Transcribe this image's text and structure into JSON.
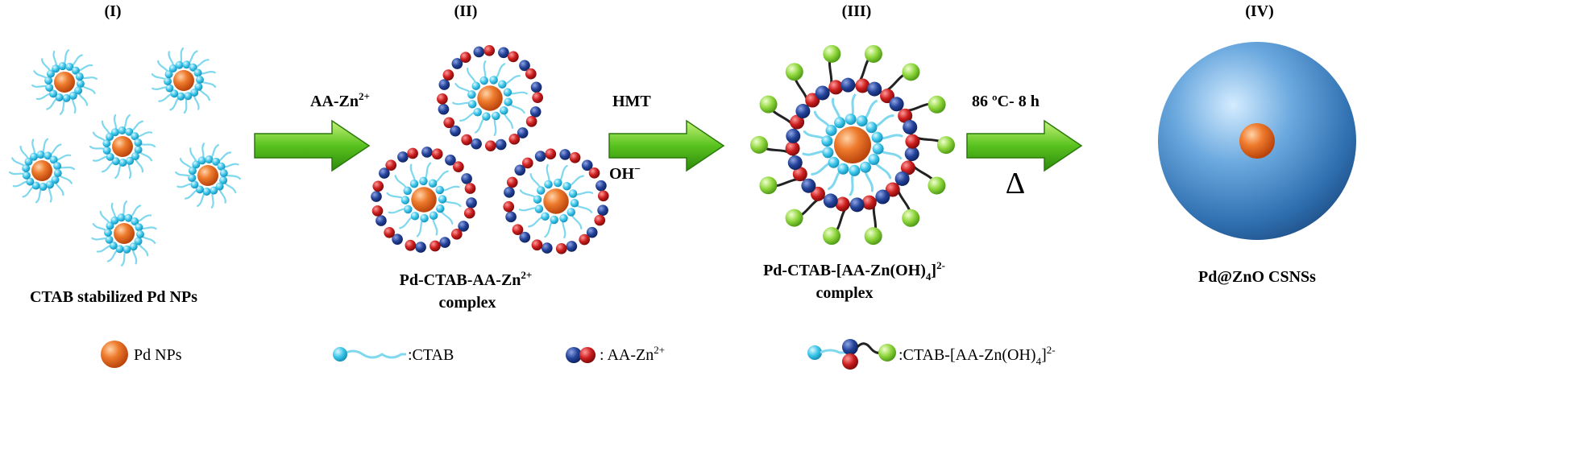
{
  "stages": [
    {
      "numeral": "(I)",
      "caption_lines": [
        "CTAB stabilized Pd NPs"
      ]
    },
    {
      "numeral": "(II)",
      "caption_main": "Pd-CTAB-AA-Zn",
      "caption_sup": "2+",
      "caption_line2": "complex"
    },
    {
      "numeral": "(III)",
      "caption_main": "Pd-CTAB-[AA-Zn(OH)",
      "caption_sub": "4",
      "caption_close": "]",
      "caption_sup": "2-",
      "caption_line2": "complex"
    },
    {
      "numeral": "(IV)",
      "caption_lines": [
        "Pd@ZnO CSNSs"
      ]
    }
  ],
  "arrows": [
    {
      "label_main": "AA-Zn",
      "label_sup": "2+"
    },
    {
      "label_top": "HMT",
      "label_bottom_main": "OH",
      "label_bottom_sup": "−"
    },
    {
      "label_top": "86 ºC- 8 h",
      "label_bottom": "Δ"
    }
  ],
  "legend": [
    {
      "label": "Pd NPs"
    },
    {
      "label": ":CTAB"
    },
    {
      "label_main": ": AA-Zn",
      "label_sup": "2+"
    },
    {
      "label_main": ":CTAB-[AA-Zn(OH)",
      "label_sub": "4",
      "label_close": "]",
      "label_sup": "2-"
    }
  ],
  "colors": {
    "pd_core": "#e8641c",
    "ctab_chain": "#7fd8ee",
    "ctab_head": "#29c0e6",
    "aa_blue": "#1f3f8f",
    "aa_red": "#c41a1a",
    "zn_green": "#8ed43a",
    "arrow_fill": "#4fbf1a",
    "zno_shell": "#3f86c8"
  }
}
